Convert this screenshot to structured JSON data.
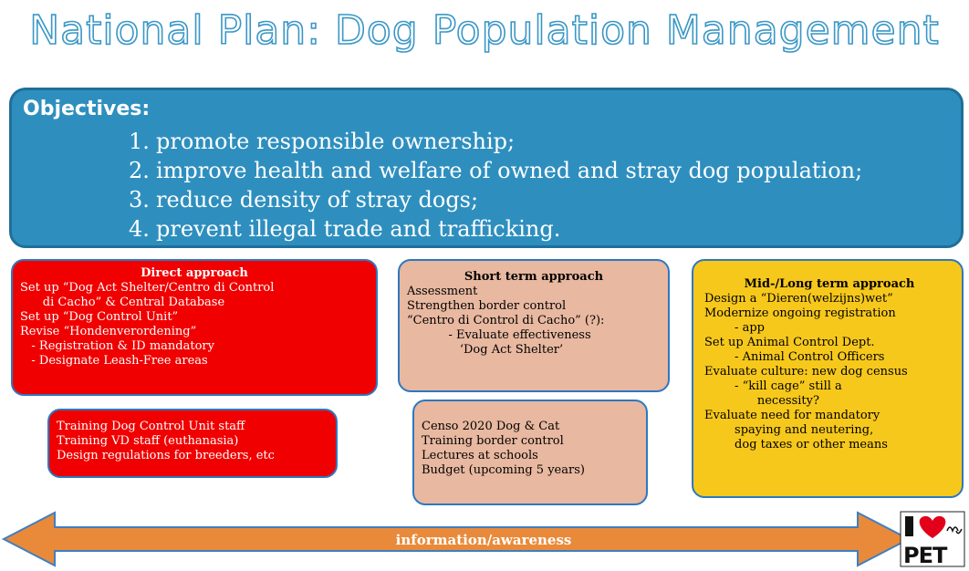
{
  "title": "National Plan: Dog Population Management",
  "objectives": {
    "heading": "Objectives:",
    "items": [
      {
        "num": "1.",
        "text": "promote responsible ownership;"
      },
      {
        "num": "2.",
        "text": "improve health and welfare of owned and stray dog population;"
      },
      {
        "num": "3.",
        "text": "reduce density of stray dogs;"
      },
      {
        "num": "4.",
        "text": "prevent illegal trade and trafficking."
      }
    ]
  },
  "direct": {
    "heading": "Direct approach",
    "lines": [
      "Set up “Dog Act Shelter/Centro di Control",
      "      di Cacho” & Central Database",
      "Set up “Dog Control Unit”",
      "Revise “Hondenverordening”",
      "   - Registration & ID mandatory",
      "   - Designate Leash-Free areas"
    ]
  },
  "training": {
    "lines": [
      "Training Dog Control Unit staff",
      "Training VD staff (euthanasia)",
      "Design regulations for breeders, etc"
    ]
  },
  "short_term": {
    "heading": "Short term approach",
    "lines": [
      "Assessment",
      "Strengthen border control",
      "“Centro di Control di Cacho” (?):",
      "           - Evaluate effectiveness",
      "              ‘Dog Act Shelter’"
    ]
  },
  "census": {
    "lines": [
      "Censo 2020 Dog & Cat",
      "Training border control",
      "Lectures at schools",
      "Budget (upcoming 5 years)"
    ]
  },
  "mid_long": {
    "heading": "Mid-/Long term approach",
    "lines": [
      "Design a “Dieren(welzijns)wet”",
      "Modernize ongoing registration",
      "        - app",
      "Set up Animal Control Dept.",
      "        - Animal Control Officers",
      "Evaluate culture: new dog census",
      "        - “kill cage” still a",
      "              necessity?",
      "Evaluate need for mandatory",
      "        spaying and neutering,",
      "        dog taxes or other means"
    ]
  },
  "arrow": {
    "label": "information/awareness"
  },
  "logo": {
    "text": "PET"
  },
  "colors": {
    "title_outline": "#3a97c6",
    "objectives_bg": "#2e8fbf",
    "direct_bg": "#f00000",
    "short_bg": "#e8b8a0",
    "mid_bg": "#f7c81c",
    "arrow": "#e98a3a",
    "logo_heart": "#e2001a"
  }
}
